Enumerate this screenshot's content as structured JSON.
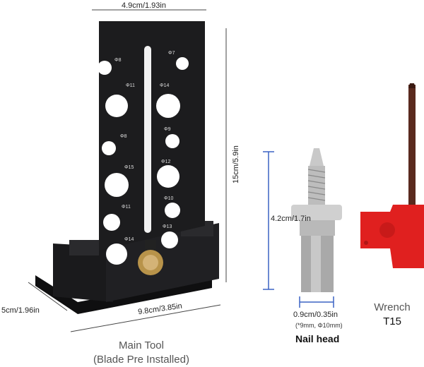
{
  "dimensions": {
    "tool_width": "4.9cm/1.93in",
    "tool_height": "15cm/5.9in",
    "base_length": "9.8cm/3.85in",
    "base_depth": "5cm/1.96in",
    "nail_length": "4.2cm/1.7in",
    "nail_head_width": "0.9cm/0.35in",
    "nail_head_sub": "(*9mm, Φ10mm)"
  },
  "hole_labels": {
    "left": [
      "Φ8",
      "Φ11",
      "Φ8",
      "Φ15",
      "Φ11",
      "Φ14"
    ],
    "right": [
      "Φ7",
      "Φ14",
      "Φ9",
      "Φ12",
      "Φ10",
      "Φ13"
    ]
  },
  "captions": {
    "main_tool_line1": "Main Tool",
    "main_tool_line2": "(Blade Pre Installed)",
    "nail_head": "Nail head",
    "wrench_line1": "Wrench",
    "wrench_line2": "T15"
  },
  "colors": {
    "tool_body": "#1c1c1e",
    "dimension_line": "#3b63c4",
    "wrench_red": "#e0201f",
    "brass_knob": "#b8934a"
  }
}
